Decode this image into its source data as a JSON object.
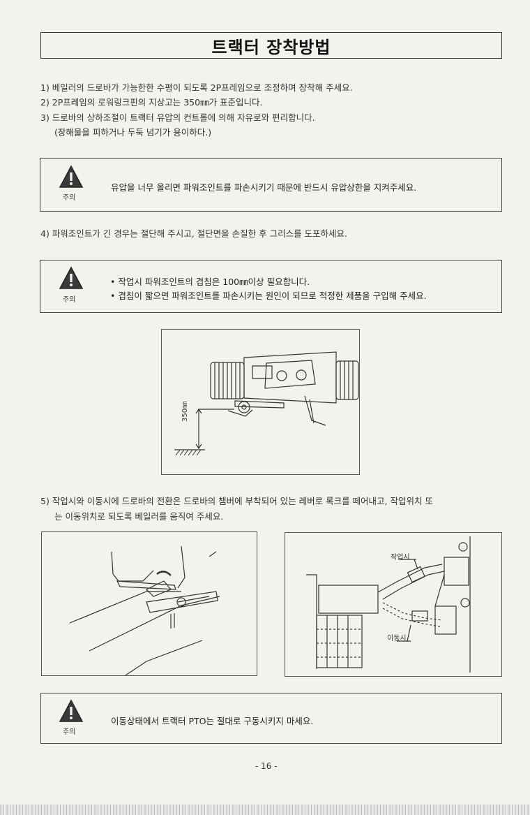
{
  "title": "트랙터 장착방법",
  "instructions": [
    "1)  베일러의 드로바가 가능한한 수평이 되도록 2P프레임으로 조정하며 장착해 주세요.",
    "2)  2P프레임의 로워링크핀의 지상고는 350㎜가 표준입니다.",
    "3)  드로바의 상하조절이 트랙터 유압의 컨트롤에 의해 자유로와 편리합니다.",
    "(장해물을 피하거나 두둑 넘기가 용이하다.)"
  ],
  "warning1": {
    "label": "주의",
    "text": "유압을 너무 올리면 파워조인트를 파손시키기 때문에 반드시 유압상한을 지켜주세요."
  },
  "step4": "4)  파워조인트가 긴 경우는 절단해 주시고, 절단면을 손질한 후 그리스를 도포하세요.",
  "warning2": {
    "label": "주의",
    "lines": [
      "• 작업시 파워조인트의 겹침은 100㎜이상 필요합니다.",
      "• 겹침이 짧으면 파워조인트를 파손시키는 원인이 되므로 적정한 제품을 구입해 주세요."
    ]
  },
  "figure1": {
    "dimension_label": "350㎜"
  },
  "step5": [
    "5)  작업시와 이동시에 드로바의 전환은 드로바의 챔버에 부착되어 있는 레버로 록크를 떼어내고, 작업위치 또",
    "는 이동위치로 되도록 베일러를 움직여 주세요."
  ],
  "figure3": {
    "label_work": "작업시",
    "label_move": "이동시"
  },
  "warning3": {
    "label": "주의",
    "text": "이동상태에서 트랙터 PTO는 절대로 구동시키지 마세요."
  },
  "page_number": "- 16 -",
  "colors": {
    "ink": "#2a2a2a",
    "paper": "#f4f2ec",
    "warning_fill": "#3a3a3a"
  },
  "icons": [
    "warning-triangle-icon"
  ]
}
